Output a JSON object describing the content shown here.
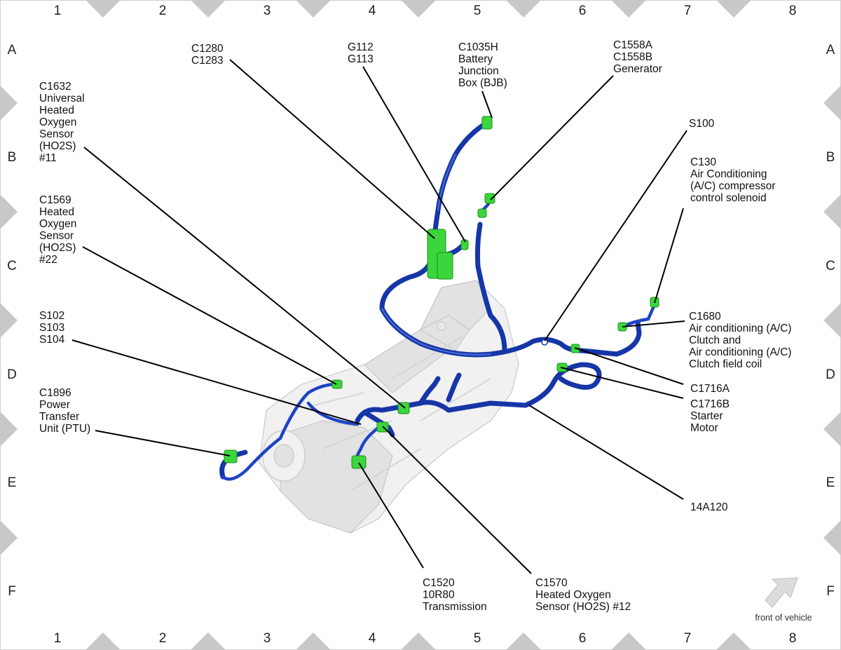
{
  "grid": {
    "columns": [
      "1",
      "2",
      "3",
      "4",
      "5",
      "6",
      "7",
      "8"
    ],
    "rows": [
      "A",
      "B",
      "C",
      "D",
      "E",
      "F"
    ]
  },
  "callouts": {
    "c1280": [
      "C1280",
      "C1283"
    ],
    "g112": [
      "G112",
      "G113"
    ],
    "c1035h": [
      "C1035H",
      "Battery",
      "Junction",
      "Box (BJB)"
    ],
    "c1558": [
      "C1558A",
      "C1558B",
      "Generator"
    ],
    "c1632": [
      "C1632",
      "Universal",
      "Heated",
      "Oxygen",
      "Sensor",
      "(HO2S)",
      "#11"
    ],
    "s100": [
      "S100"
    ],
    "c130": [
      "C130",
      "Air Conditioning",
      "(A/C) compressor",
      "control solenoid"
    ],
    "c1569": [
      "C1569",
      "Heated",
      "Oxygen",
      "Sensor",
      "(HO2S)",
      "#22"
    ],
    "s102": [
      "S102",
      "S103",
      "S104"
    ],
    "c1680": [
      "C1680",
      "Air conditioning (A/C)",
      "Clutch and",
      "Air conditioning (A/C)",
      "Clutch field coil"
    ],
    "c1716a": [
      "C1716A"
    ],
    "c1716b": [
      "C1716B",
      "Starter",
      "Motor"
    ],
    "c1896": [
      "C1896",
      "Power",
      "Transfer",
      "Unit (PTU)"
    ],
    "a14a120": [
      "14A120"
    ],
    "c1520": [
      "C1520",
      "10R80",
      "Transmission"
    ],
    "c1570": [
      "C1570",
      "Heated Oxygen",
      "Sensor (HO2S) #12"
    ]
  },
  "orientation": {
    "label": "front of vehicle",
    "icon": "arrow-up-right-icon"
  },
  "colors": {
    "harness": "#1636a8",
    "connector": "#3bd63b",
    "border_marker": "#c8c8c8"
  }
}
